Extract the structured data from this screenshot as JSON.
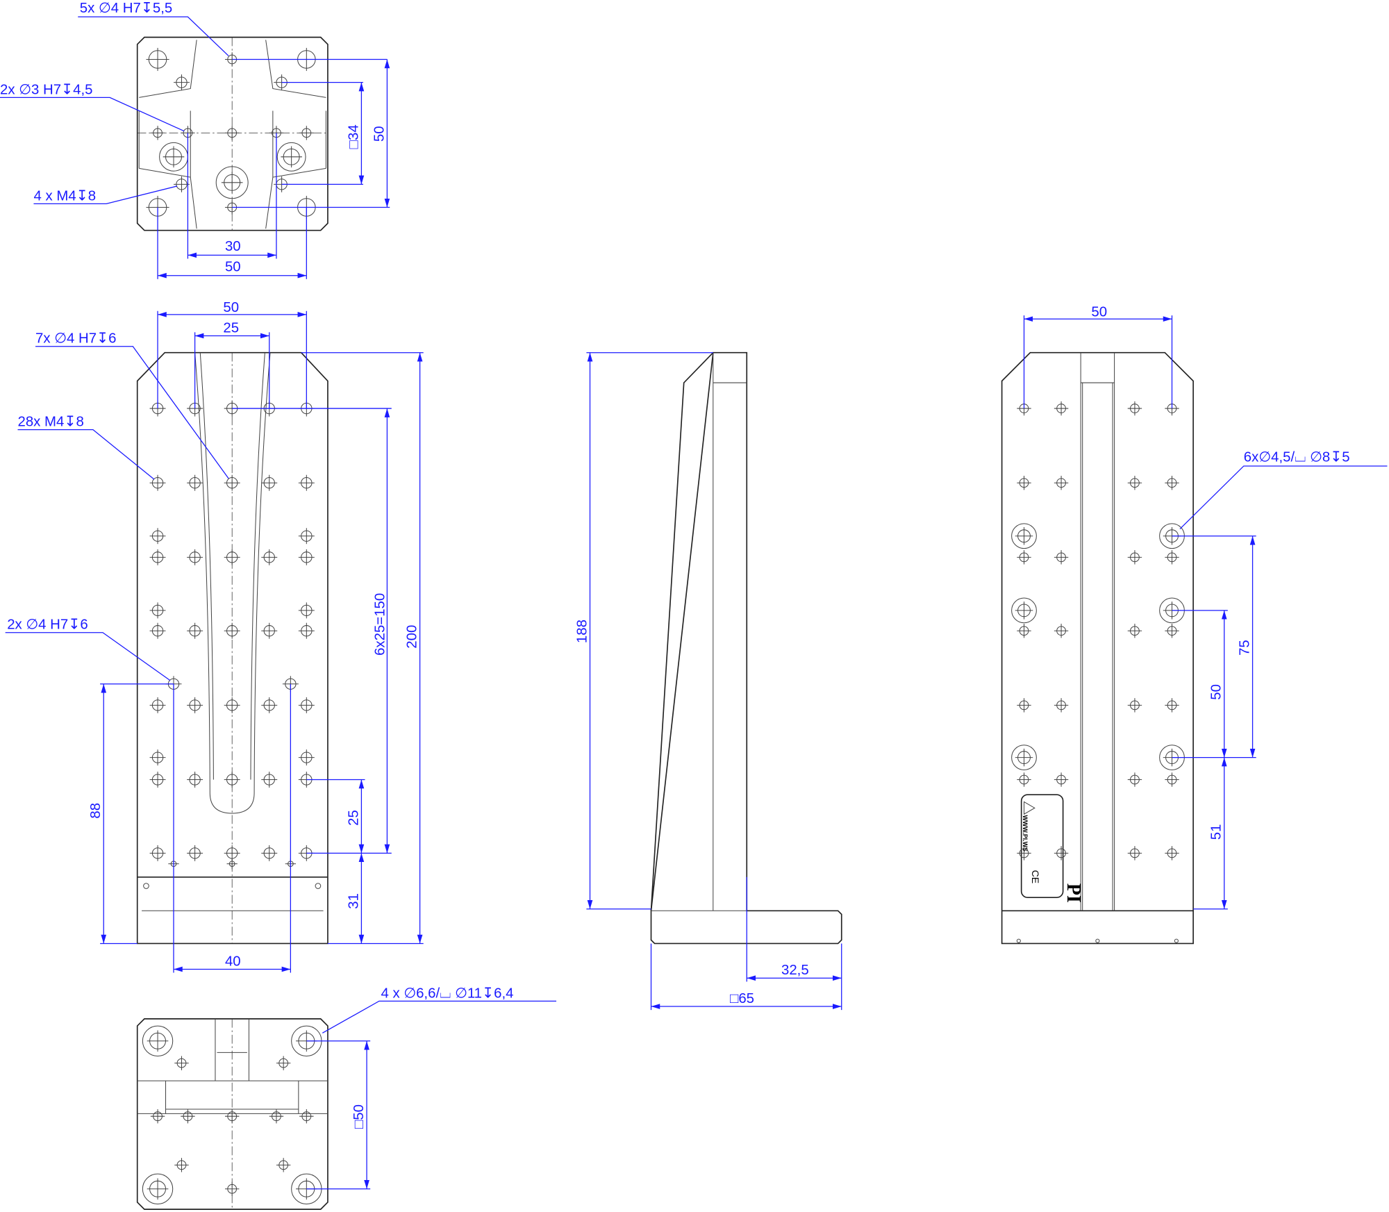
{
  "colors": {
    "dimension": "#1a1aff",
    "outline": "#222222"
  },
  "top_view": {
    "callout_h7": "5x ∅4 H7↧5,5",
    "callout_h7_small": "2x ∅3 H7↧4,5",
    "callout_m4": "4 x M4↧8",
    "dim_30": "30",
    "dim_50_h": "50",
    "dim_34": "□34",
    "dim_50_v": "50"
  },
  "front_view": {
    "dim_50": "50",
    "dim_25_top": "25",
    "callout_h7": "7x ∅4 H7↧6",
    "callout_m4": "28x M4↧8",
    "callout_h7_2": "2x ∅4 H7↧6",
    "dim_150": "6x25=150",
    "dim_200": "200",
    "dim_25": "25",
    "dim_31": "31",
    "dim_88": "88",
    "dim_40": "40"
  },
  "side_view": {
    "dim_188": "188",
    "dim_32_5": "32,5",
    "dim_65": "□65"
  },
  "right_view": {
    "dim_50": "50",
    "callout_cb": "6x∅4,5/⌴ ∅8↧5",
    "dim_75": "75",
    "dim_50_v": "50",
    "dim_51": "51",
    "label_logo": "PI",
    "label_url": "WWW.PI.WS",
    "label_ce": "CE"
  },
  "bottom_view": {
    "callout_cb": "4 x ∅6,6/⌴ ∅11↧6,4",
    "dim_50": "□50"
  }
}
